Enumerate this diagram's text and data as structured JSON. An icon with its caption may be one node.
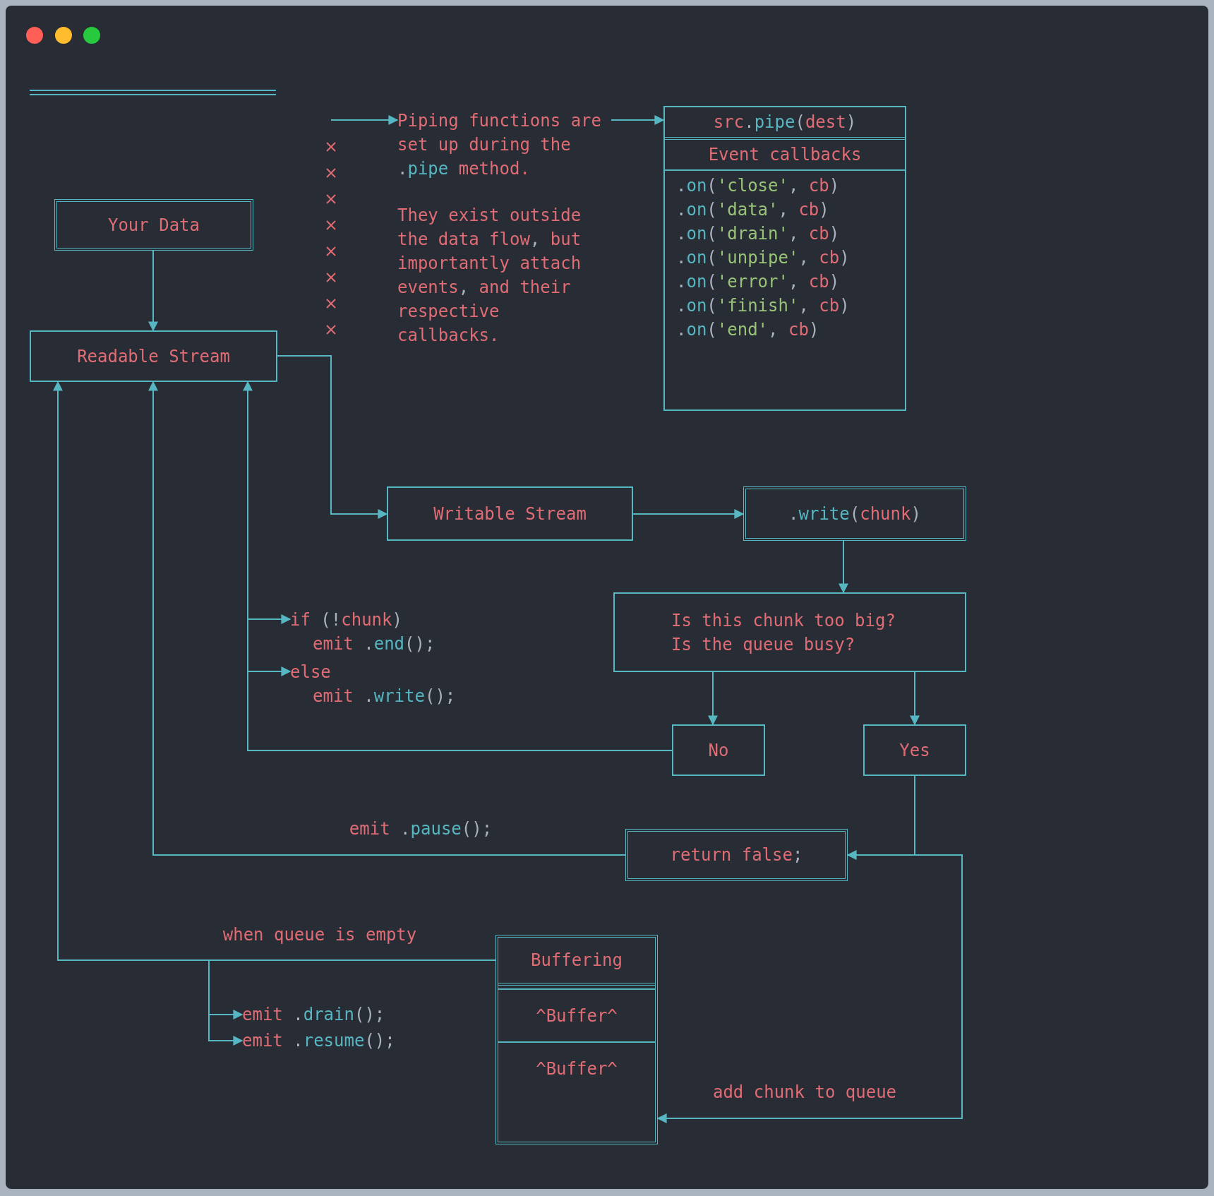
{
  "diagram": {
    "nodes": [
      {
        "text": [
          "Your Data"
        ]
      },
      {
        "text": [
          "Readable Stream"
        ]
      },
      {
        "text": [
          "Piping functions are set up during the .pipe method.",
          "They exist outside the data flow, but importantly attach events, and their respective callbacks."
        ]
      },
      {
        "text": [
          "src.pipe(dest)",
          "Event callbacks",
          ".on('close', cb)",
          ".on('data', cb)",
          ".on('drain', cb)",
          ".on('unpipe', cb)",
          ".on('error', cb)",
          ".on('finish', cb)",
          ".on('end', cb)"
        ]
      },
      {
        "text": [
          "Writable Stream"
        ]
      },
      {
        "text": [
          ".write(chunk)"
        ]
      },
      {
        "text": [
          "Is this chunk too big?",
          "Is the queue busy?"
        ]
      },
      {
        "text": [
          "No"
        ]
      },
      {
        "text": [
          "Yes"
        ]
      },
      {
        "text": [
          "return false;"
        ]
      },
      {
        "text": [
          "Buffering"
        ]
      },
      {
        "text": [
          "^Buffer^"
        ],
        "in": 10
      },
      {
        "text": [
          "^Buffer^"
        ],
        "in": 10
      },
      {
        "text": [
          "if (!chunk)",
          "emit .end();"
        ]
      },
      {
        "text": [
          "else",
          "emit .write();"
        ]
      },
      {
        "text": [
          "emit .drain();"
        ]
      },
      {
        "text": [
          "emit .resume();"
        ]
      }
    ],
    "edges": [
      {
        "from": 0,
        "to": 1,
        "arrow": "to"
      },
      {
        "from": 1,
        "to": 4,
        "arrow": "to"
      },
      {
        "from": 4,
        "to": 5,
        "arrow": "to"
      },
      {
        "from": 5,
        "to": 6,
        "arrow": "to"
      },
      {
        "from": 6,
        "to": 7,
        "arrow": "to"
      },
      {
        "from": 6,
        "to": 8,
        "arrow": "to"
      },
      {
        "from": 7,
        "to": 1,
        "arrow": "to"
      },
      {
        "from": 8,
        "to": 9,
        "arrow": "to"
      },
      {
        "from": 8,
        "to": 10,
        "arrow": "to",
        "label": "add chunk to queue"
      },
      {
        "from": 9,
        "to": 1,
        "arrow": "to",
        "label": "emit .pause();"
      },
      {
        "from": 10,
        "to": 1,
        "arrow": "to",
        "label": "when queue is empty"
      },
      {
        "from": 2,
        "to": 3,
        "arrow": "to"
      },
      {
        "from": null,
        "to": 2,
        "arrow": "to"
      },
      {
        "from": null,
        "to": 13,
        "arrow": "to"
      },
      {
        "from": null,
        "to": 14,
        "arrow": "to"
      },
      {
        "from": null,
        "to": 15,
        "arrow": "to"
      },
      {
        "from": null,
        "to": 16,
        "arrow": "to"
      }
    ]
  }
}
